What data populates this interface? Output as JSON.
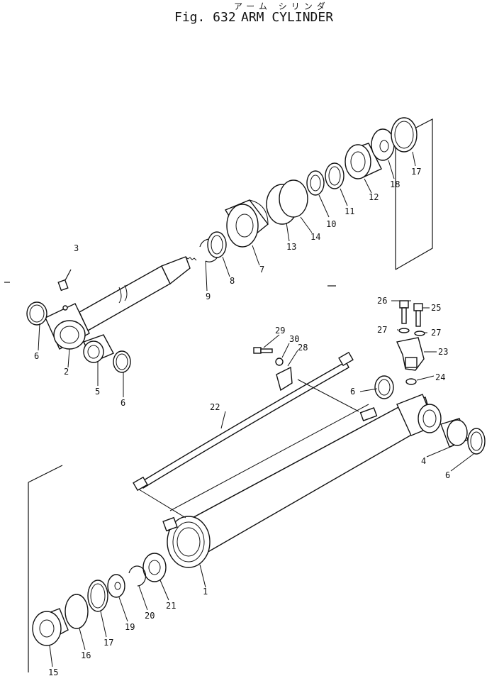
{
  "title": {
    "japanese": "アーム シリンダ",
    "figure": "Fig. 632",
    "name": "ARM CYLINDER"
  },
  "callouts": [
    {
      "id": "c1",
      "text": "1"
    },
    {
      "id": "c2",
      "text": "2"
    },
    {
      "id": "c3",
      "text": "3"
    },
    {
      "id": "c4",
      "text": "4"
    },
    {
      "id": "c5",
      "text": "5"
    },
    {
      "id": "c6a",
      "text": "6"
    },
    {
      "id": "c6b",
      "text": "6"
    },
    {
      "id": "c6c",
      "text": "6"
    },
    {
      "id": "c6d",
      "text": "6"
    },
    {
      "id": "c7",
      "text": "7"
    },
    {
      "id": "c8",
      "text": "8"
    },
    {
      "id": "c9",
      "text": "9"
    },
    {
      "id": "c10",
      "text": "10"
    },
    {
      "id": "c11",
      "text": "11"
    },
    {
      "id": "c12",
      "text": "12"
    },
    {
      "id": "c13",
      "text": "13"
    },
    {
      "id": "c14",
      "text": "14"
    },
    {
      "id": "c15",
      "text": "15"
    },
    {
      "id": "c16",
      "text": "16"
    },
    {
      "id": "c17a",
      "text": "17"
    },
    {
      "id": "c17b",
      "text": "17"
    },
    {
      "id": "c18",
      "text": "18"
    },
    {
      "id": "c19",
      "text": "19"
    },
    {
      "id": "c20",
      "text": "20"
    },
    {
      "id": "c21",
      "text": "21"
    },
    {
      "id": "c22",
      "text": "22"
    },
    {
      "id": "c23",
      "text": "23"
    },
    {
      "id": "c24",
      "text": "24"
    },
    {
      "id": "c25",
      "text": "25"
    },
    {
      "id": "c26",
      "text": "26"
    },
    {
      "id": "c27a",
      "text": "27"
    },
    {
      "id": "c27b",
      "text": "27"
    },
    {
      "id": "c28",
      "text": "28"
    },
    {
      "id": "c29",
      "text": "29"
    },
    {
      "id": "c30",
      "text": "30"
    }
  ]
}
